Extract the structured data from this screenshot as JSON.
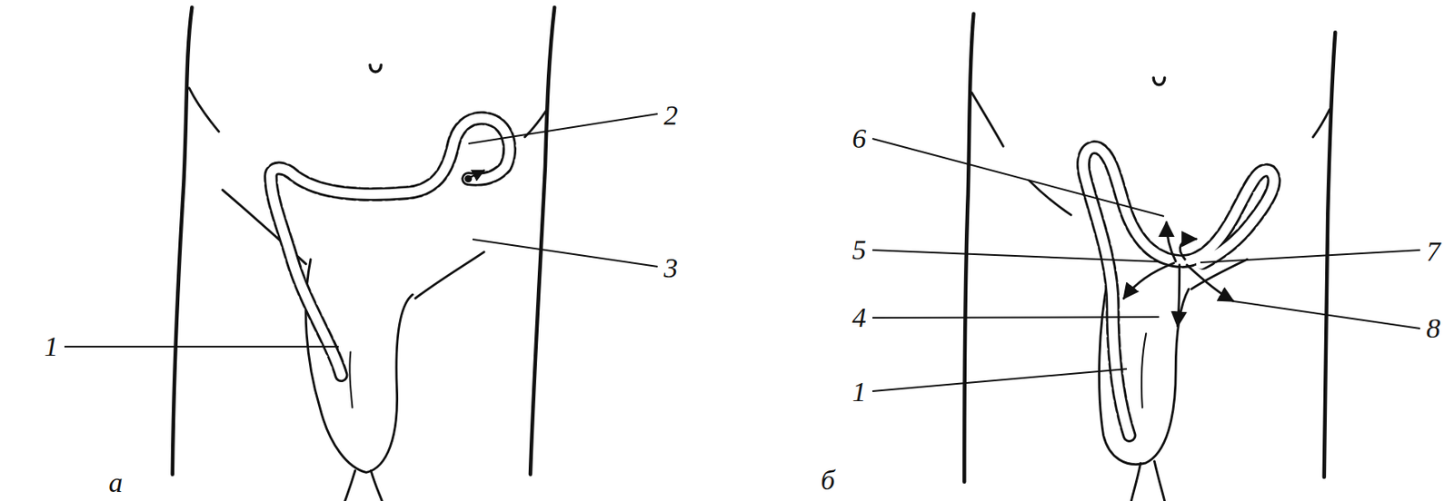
{
  "diagram": {
    "labels": [
      "2",
      "3",
      "1",
      "а",
      "6",
      "7",
      "5",
      "8",
      "4",
      "1",
      "б"
    ]
  }
}
